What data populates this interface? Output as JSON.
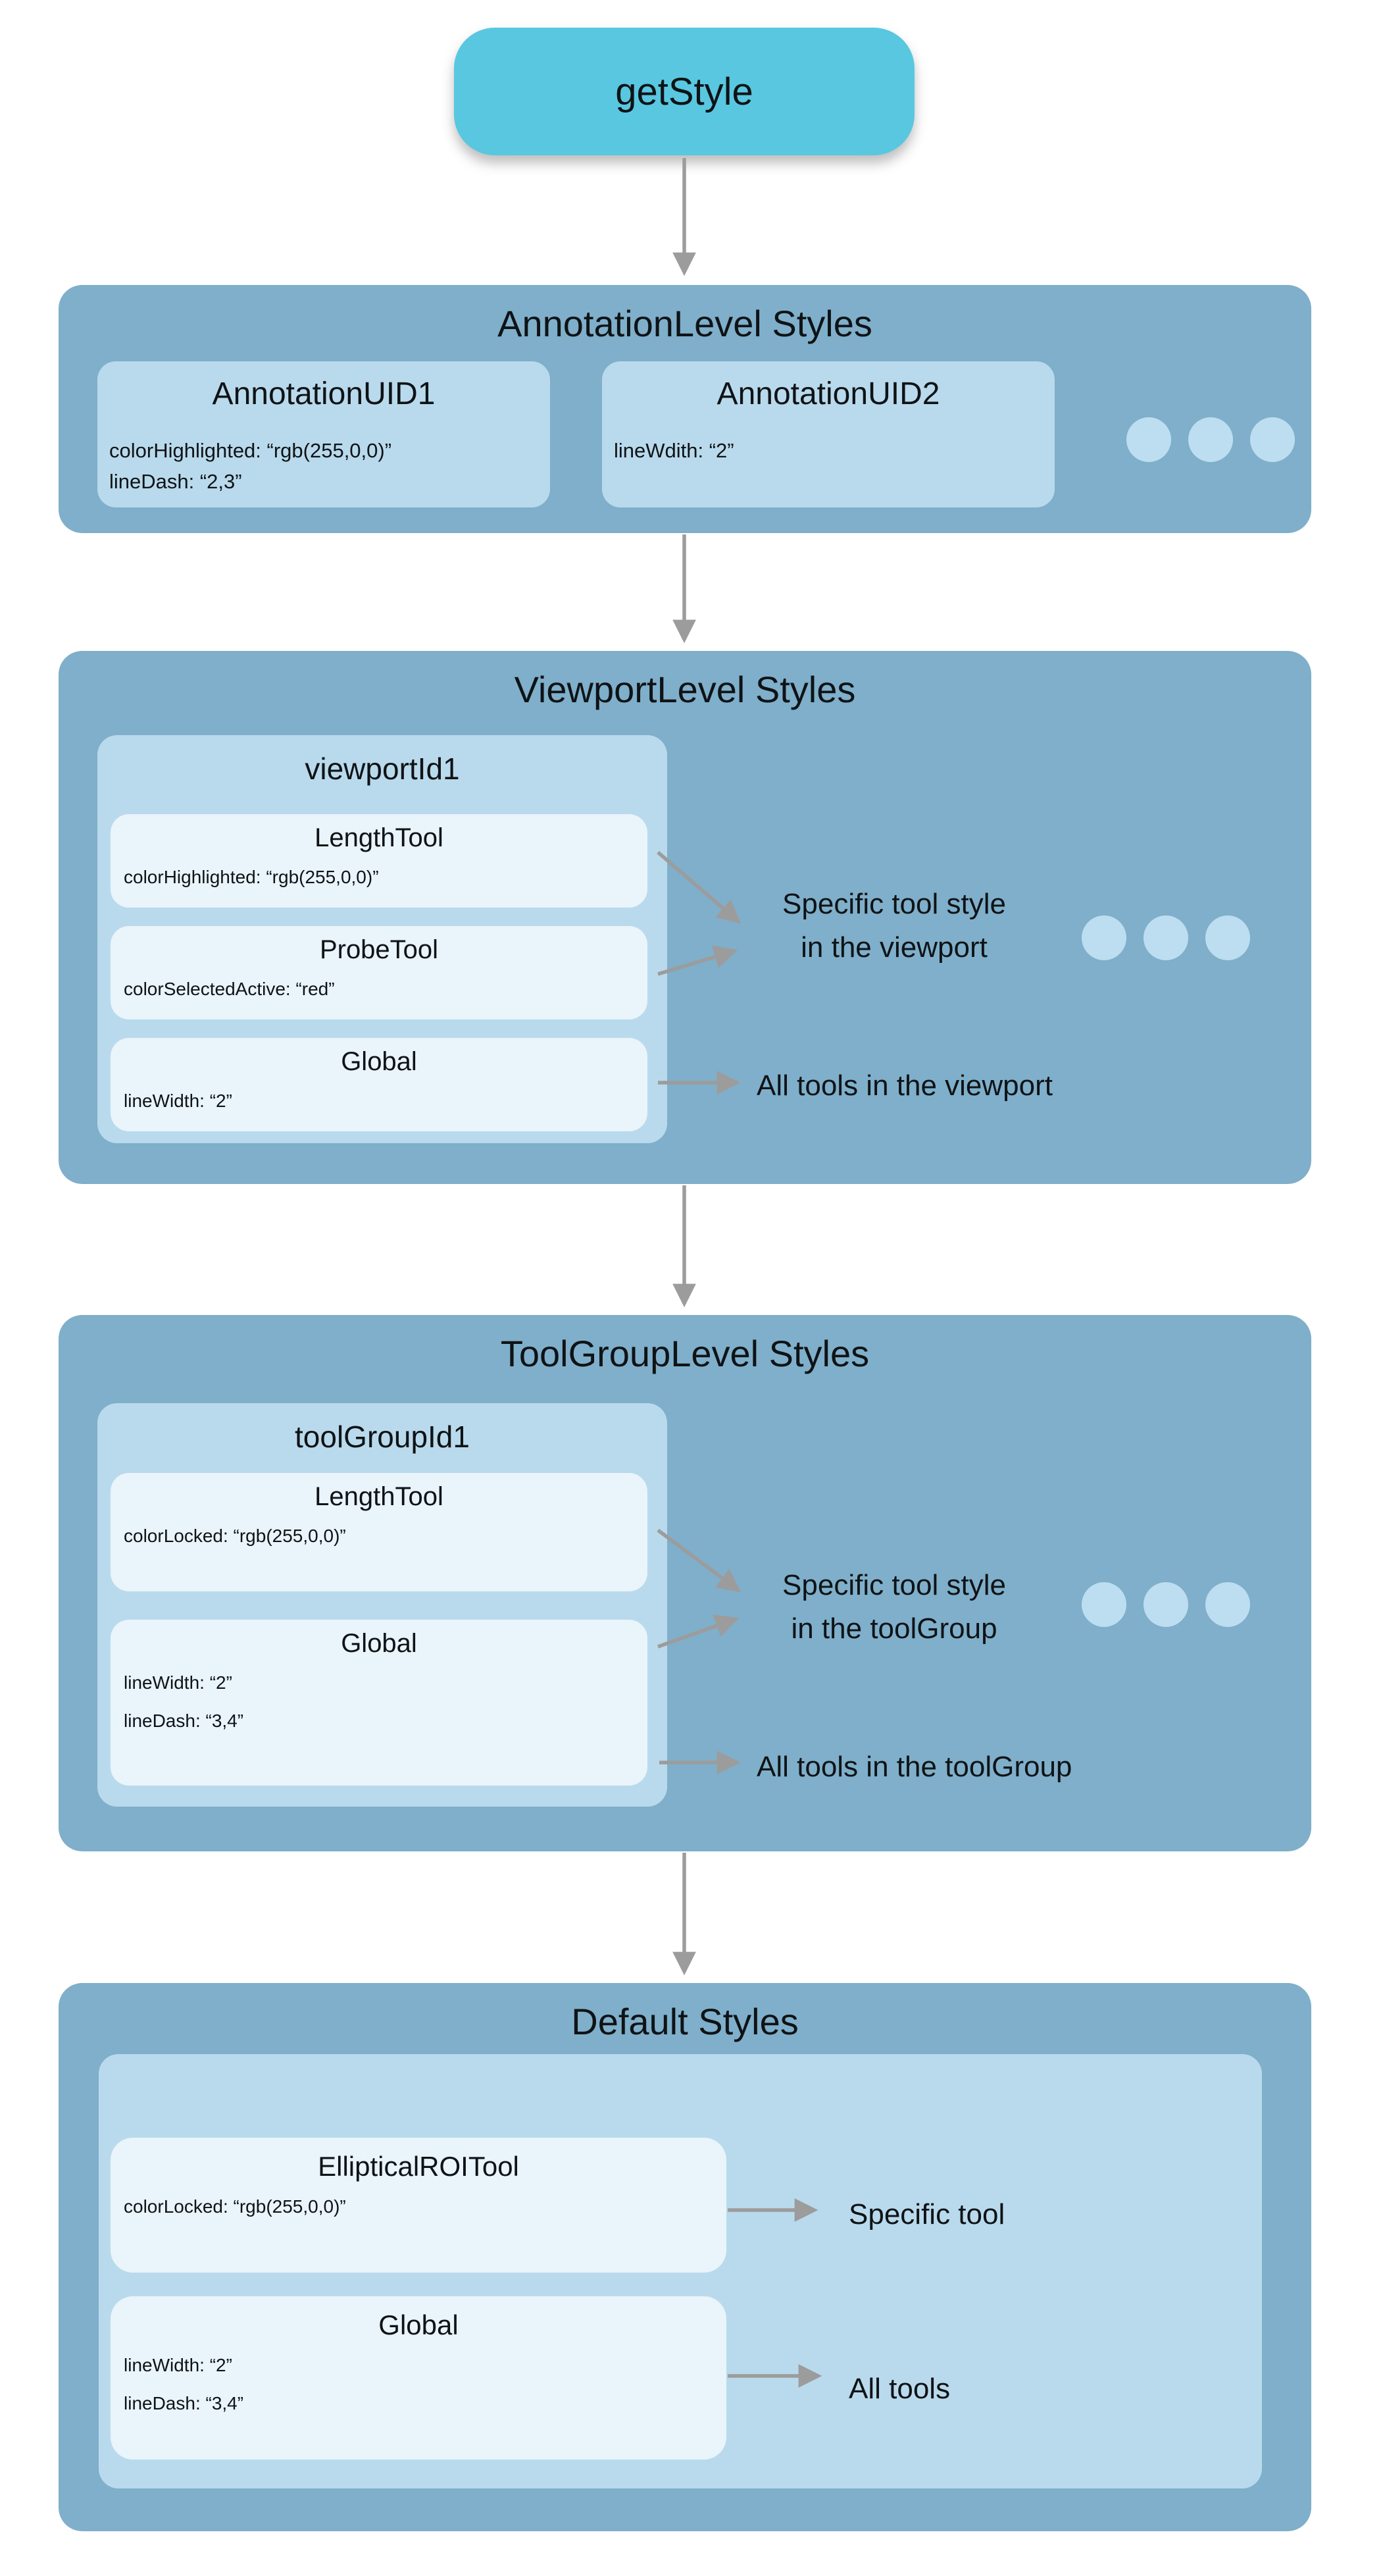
{
  "start_node": {
    "label": "getStyle"
  },
  "annotation_section": {
    "title": "AnnotationLevel Styles",
    "uid1": {
      "title": "AnnotationUID1",
      "prop1": "colorHighlighted: “rgb(255,0,0)”",
      "prop2": "lineDash: “2,3”"
    },
    "uid2": {
      "title": "AnnotationUID2",
      "prop1": "lineWdith: “2”"
    }
  },
  "viewport_section": {
    "title": "ViewportLevel Styles",
    "group_title": "viewportId1",
    "length_tool": {
      "title": "LengthTool",
      "prop1": "colorHighlighted: “rgb(255,0,0)”"
    },
    "probe_tool": {
      "title": "ProbeTool",
      "prop1": "colorSelectedActive: “red”"
    },
    "global": {
      "title": "Global",
      "prop1": "lineWidth: “2”"
    },
    "label_specific": "Specific tool style\nin the viewport",
    "label_all": "All tools in the viewport"
  },
  "toolgroup_section": {
    "title": "ToolGroupLevel Styles",
    "group_title": "toolGroupId1",
    "length_tool": {
      "title": "LengthTool",
      "prop1": "colorLocked: “rgb(255,0,0)”"
    },
    "global": {
      "title": "Global",
      "prop1": "lineWidth: “2”",
      "prop2": "lineDash: “3,4”"
    },
    "label_specific": "Specific tool style\nin the toolGroup",
    "label_all": "All tools in the toolGroup"
  },
  "default_section": {
    "title": "Default Styles",
    "elliptical_roi_tool": {
      "title": "EllipticalROITool",
      "prop1": "colorLocked: “rgb(255,0,0)”"
    },
    "global": {
      "title": "Global",
      "prop1": "lineWidth: “2”",
      "prop2": "lineDash: “3,4”"
    },
    "label_specific": "Specific tool",
    "label_all": "All tools"
  },
  "colors": {
    "node_fill": "#59C7E0",
    "section_fill": "#7FAFCA",
    "group_fill": "#B9DAEC",
    "card_fill": "#E9F4FB",
    "dot_fill": "#BDDEF0",
    "arrow": "#9C9C9C",
    "text": "#0F1316"
  }
}
